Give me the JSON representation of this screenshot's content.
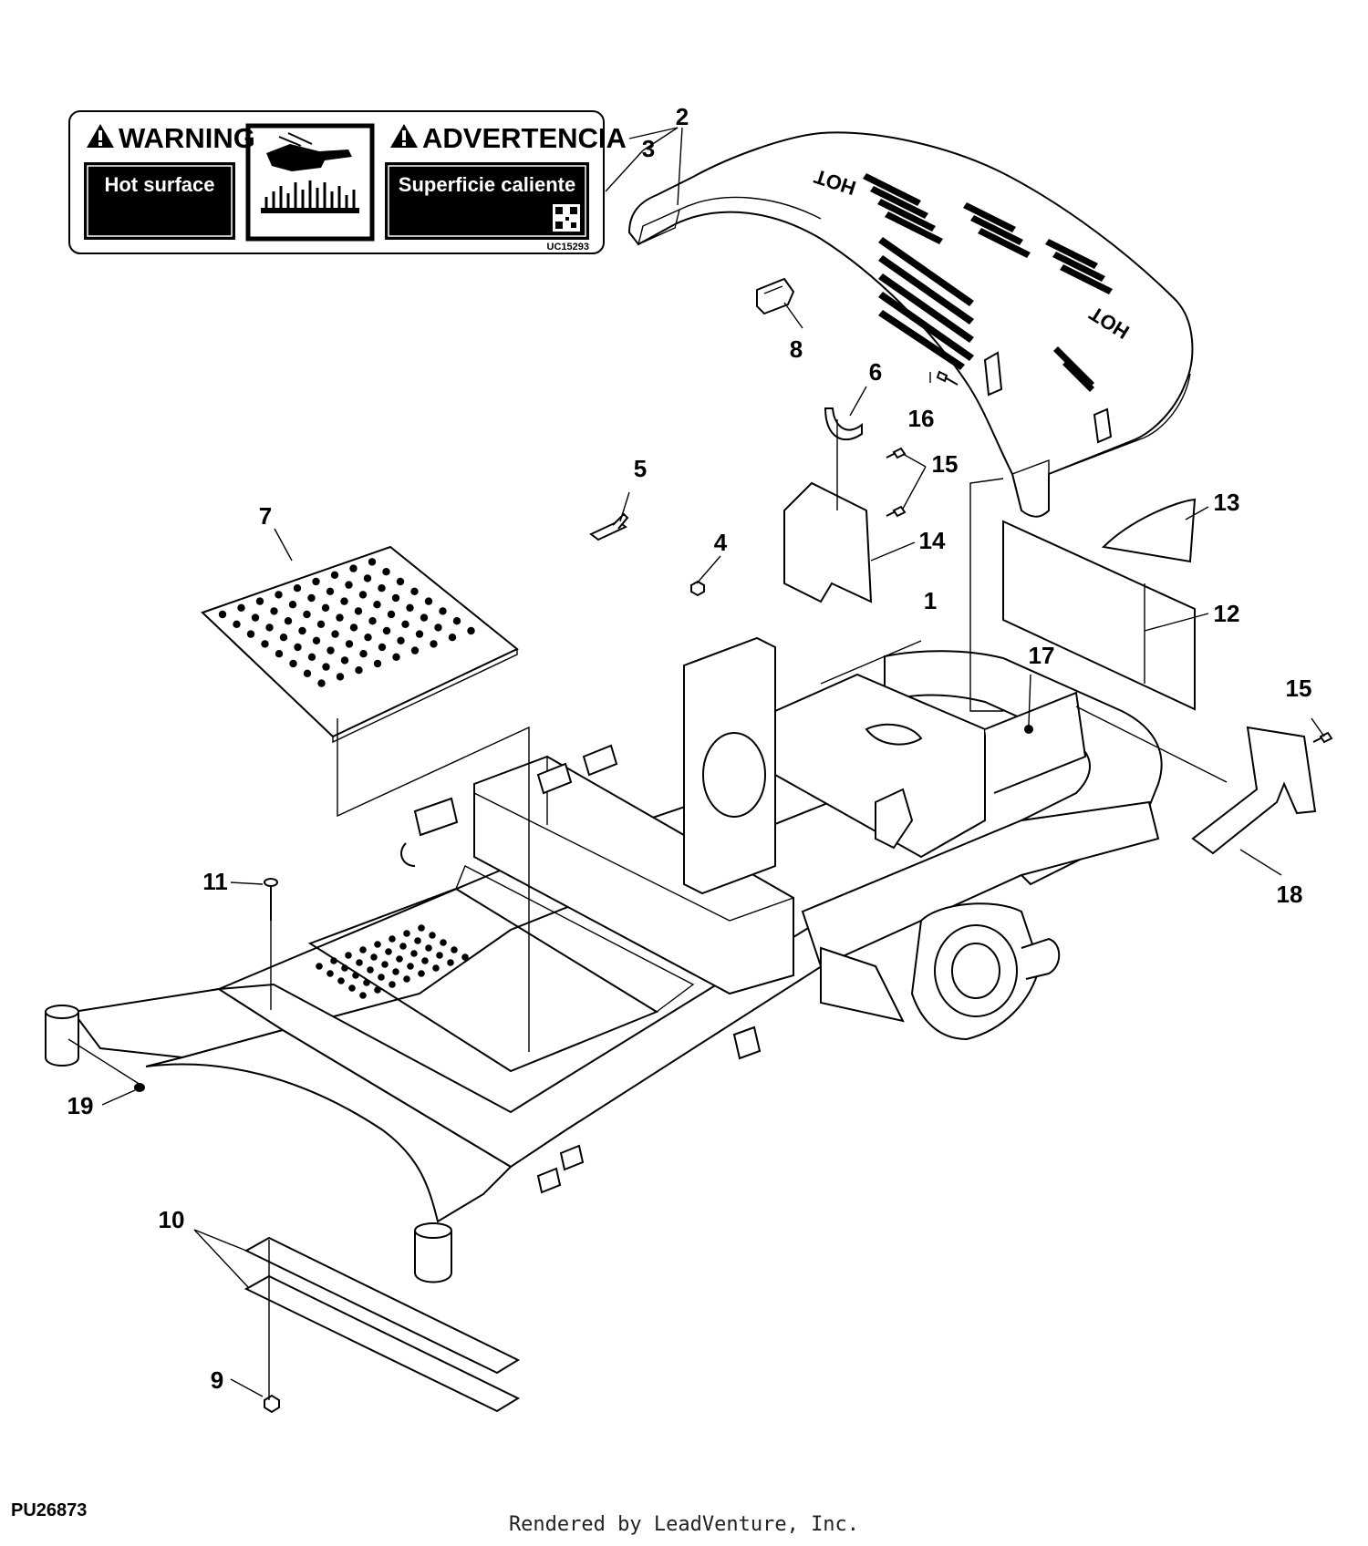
{
  "decal": {
    "warning_title": "WARNING",
    "warning_text": "Hot surface",
    "advertencia_title": "ADVERTENCIA",
    "advertencia_text": "Superficie caliente",
    "code": "UC15293"
  },
  "shield_marks": [
    "HOT",
    "HOT"
  ],
  "callouts": [
    "1",
    "2",
    "3",
    "4",
    "5",
    "6",
    "7",
    "8",
    "9",
    "10",
    "11",
    "12",
    "13",
    "14",
    "15",
    "15",
    "16",
    "17",
    "18",
    "19"
  ],
  "figure_id": "PU26873",
  "footer": "Rendered by LeadVenture, Inc."
}
